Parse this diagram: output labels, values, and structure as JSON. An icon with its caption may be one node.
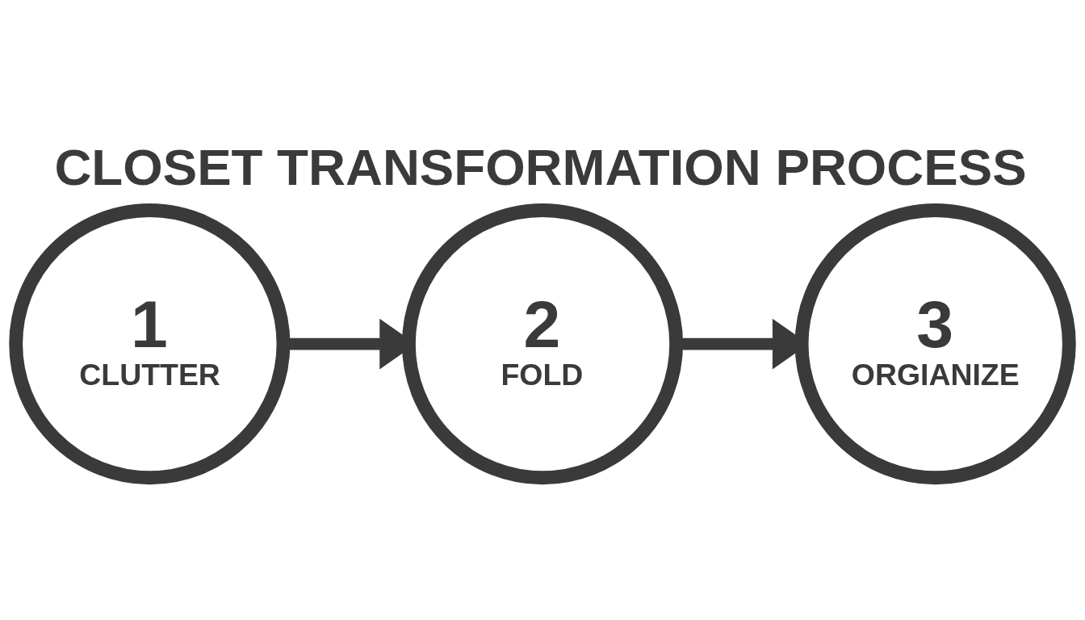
{
  "diagram": {
    "title": "CLOSET TRANSFORMATION PROCESS",
    "nodes": [
      {
        "text": [
          "1",
          "CLUTTER"
        ]
      },
      {
        "text": [
          "2",
          "FOLD"
        ]
      },
      {
        "text": [
          "3",
          "ORGIANIZE"
        ]
      }
    ],
    "edges": [
      {
        "from": 0,
        "to": 1,
        "arrow": "to"
      },
      {
        "from": 1,
        "to": 2,
        "arrow": "to"
      }
    ]
  }
}
